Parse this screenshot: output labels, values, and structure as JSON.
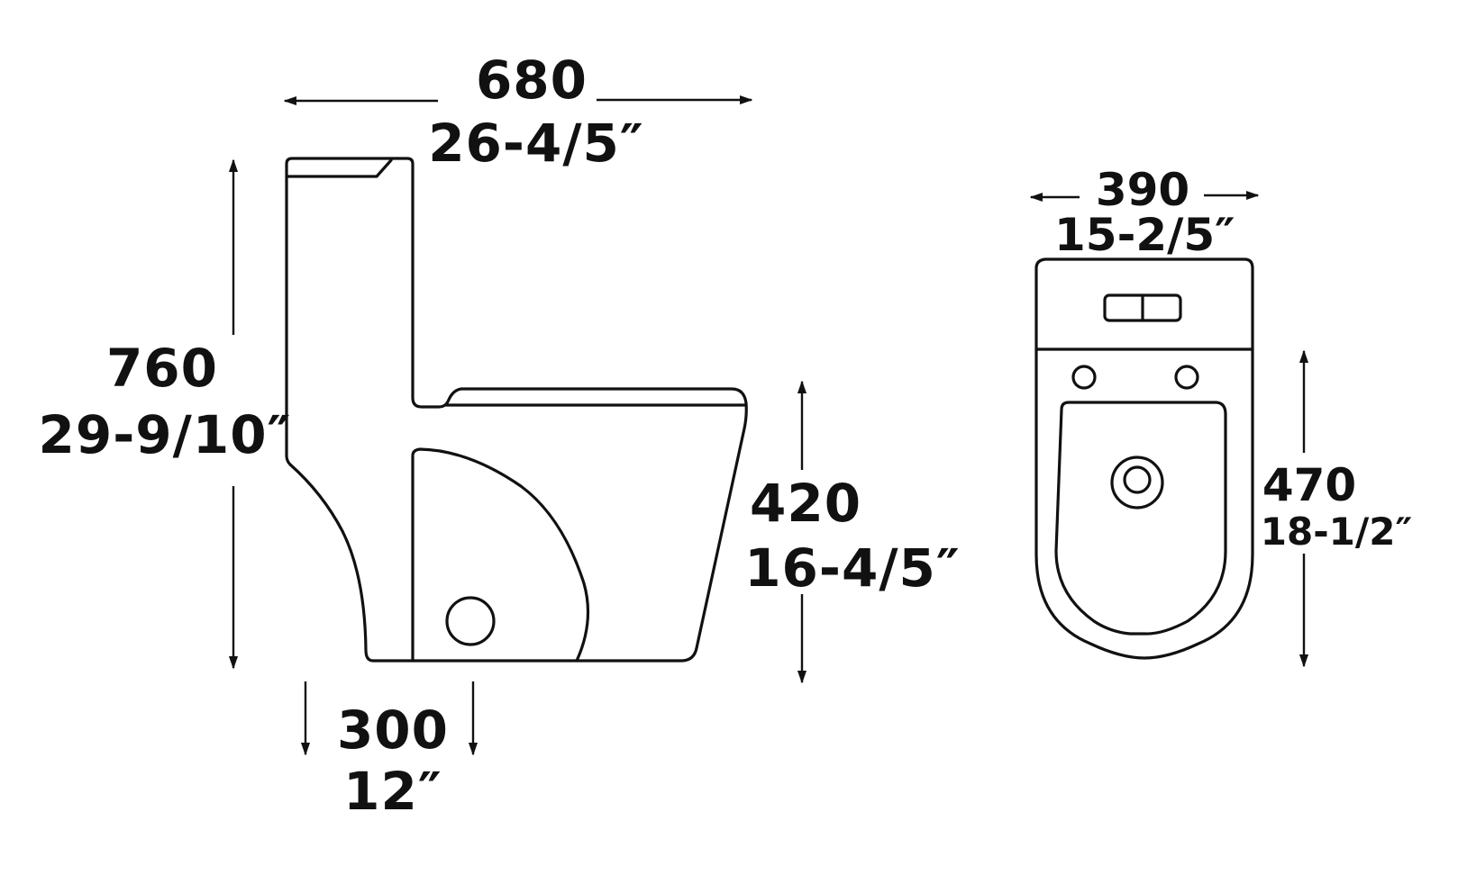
{
  "diagram": {
    "title": "One-piece toilet dimension drawing",
    "units": {
      "primary": "mm",
      "secondary": "inch"
    },
    "side_view": {
      "overall_length": {
        "mm": "680",
        "inch": "26-4/5″"
      },
      "overall_height": {
        "mm": "760",
        "inch": "29-9/10″"
      },
      "seat_height": {
        "mm": "420",
        "inch": "16-4/5″"
      },
      "rough_in": {
        "mm": "300",
        "inch": "12″"
      }
    },
    "top_view": {
      "overall_width": {
        "mm": "390",
        "inch": "15-2/5″"
      },
      "bowl_length": {
        "mm": "470",
        "inch": "18-1/2″"
      }
    },
    "colors": {
      "line": "#111111",
      "background": "#ffffff"
    }
  }
}
